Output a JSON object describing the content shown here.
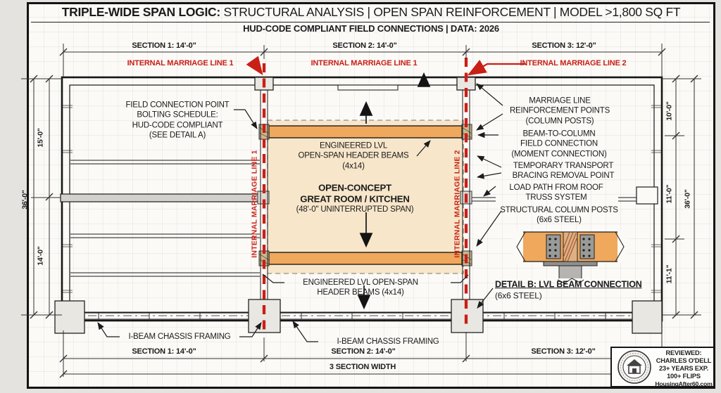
{
  "sheet": {
    "title_bold": "TRIPLE-WIDE SPAN LOGIC:",
    "title_rest": " STRUCTURAL ANALYSIS | OPEN SPAN REINFORCEMENT | MODEL >1,800 SQ FT",
    "subtitle": "HUD-CODE COMPLIANT FIELD CONNECTIONS | DATA: 2026"
  },
  "top_dims": {
    "section1": "SECTION 1: 14'-0\"",
    "section2": "SECTION 2: 14'-0\"",
    "section3": "SECTION 3: 12'-0\""
  },
  "marriage": {
    "label_left": "INTERNAL MARRIAGE LINE 1",
    "label_center": "INTERNAL MARRIAGE LINE 1",
    "label_right": "INTERNAL MARRIAGE LINE 2",
    "vertical_line1": "INTERNAL MARRIAGE LINE 1",
    "vertical_line2": "INTERNAL MARRIAGE LINE 2"
  },
  "annotations": {
    "field_connection": "FIELD CONNECTION POINT\nBOLTING SCHEDULE:\nHUD-CODE COMPLIANT\n(SEE DETAIL A)",
    "lvl_header_top": "ENGINEERED LVL\nOPEN-SPAN HEADER BEAMS\n(4x14)",
    "room_name": "OPEN-CONCEPT\nGREAT ROOM / KITCHEN",
    "room_span": "(48'-0\" UNINTERRUPTED SPAN)",
    "reinforcement": "MARRIAGE LINE\nREINFORCEMENT POINTS\n(COLUMN POSTS)",
    "beam_to_column": "BEAM-TO-COLUMN\nFIELD CONNECTION\n(MOMENT CONNECTION)",
    "transport": "TEMPORARY TRANSPORT\nBRACING REMOVAL POINT",
    "load_path": "LOAD PATH FROM ROOF\nTRUSS SYSTEM",
    "column_posts": "STRUCTURAL COLUMN POSTS\n(6x6 STEEL)",
    "lvl_header_bottom": "ENGINEERED LVL OPEN-SPAN\nHEADER BEAMS (4x14)",
    "ibeam_left": "I-BEAM CHASSIS FRAMING",
    "ibeam_center": "I-BEAM CHASSIS FRAMING"
  },
  "detail_b": {
    "title": "DETAIL B: LVL BEAM CONNECTION",
    "subtitle": "(6x6 STEEL)"
  },
  "bottom_dims": {
    "section1": "SECTION 1: 14'-0\"",
    "section2": "SECTION 2: 14'-0\"",
    "section3": "SECTION 3: 12'-0\"",
    "total": "3 SECTION WIDTH"
  },
  "side_dims": {
    "left_upper": "15'-0\"",
    "left_lower": "14'-0\"",
    "left_overall": "36'-0\"",
    "right_upper": "10'-0\"",
    "right_middle": "11'-0\"",
    "right_lower": "11'-1\"",
    "right_overall": "36'-0\""
  },
  "stamp": {
    "reviewed": "REVIEWED:",
    "name": "CHARLES O'DELL",
    "experience": "23+ YEARS EXP.",
    "flips": "100+ FLIPS",
    "website": "HousingAfter60.com"
  },
  "colors": {
    "marriage_red": "#c81f16",
    "beam_orange": "#f0a85c",
    "room_tan": "#f7e6ca"
  }
}
